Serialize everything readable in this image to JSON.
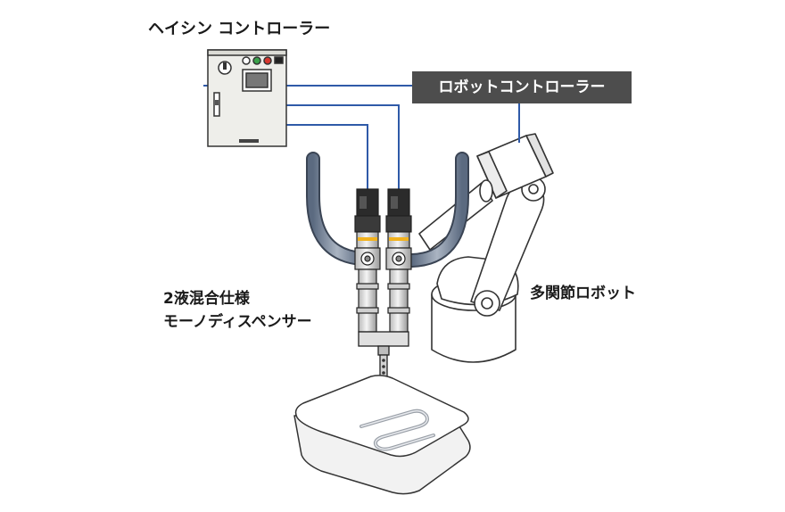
{
  "labels": {
    "heishin_controller": "ヘイシン コントローラー",
    "robot_controller": "ロボットコントローラー",
    "dispenser_line1": "2液混合仕様",
    "dispenser_line2": "モーノディスペンサー",
    "robot": "多関節ロボット"
  },
  "colors": {
    "cable": "#2f5aa8",
    "hose": "#7d8b9e",
    "cabinet": "#eeeeea",
    "label_box": "#4d4d4d",
    "outline": "#333333"
  }
}
